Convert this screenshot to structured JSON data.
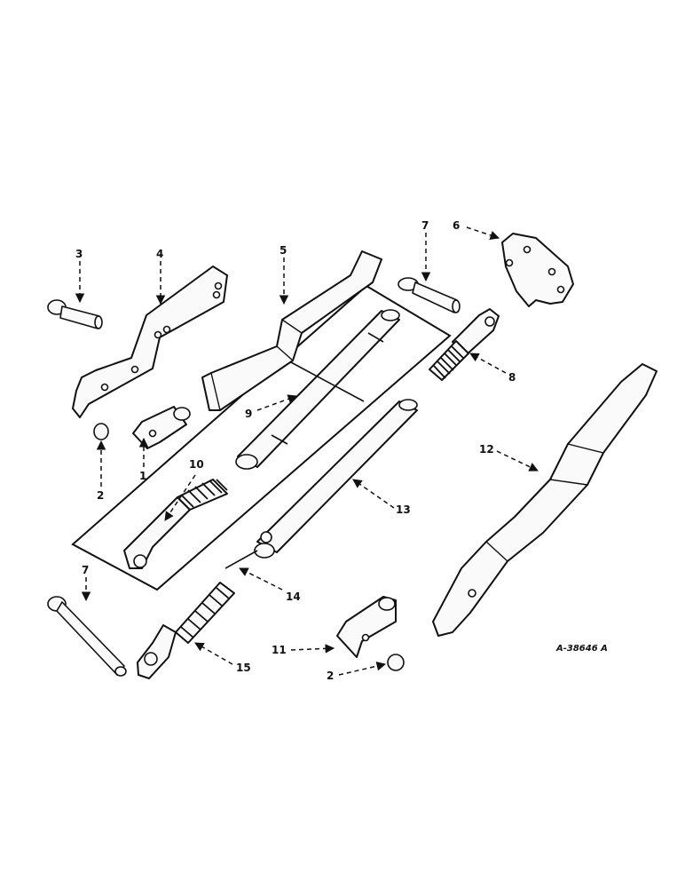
{
  "diagram": {
    "reference_code": "A-38646 A",
    "callouts": [
      {
        "id": "c1",
        "label": "1"
      },
      {
        "id": "c2a",
        "label": "2"
      },
      {
        "id": "c2b",
        "label": "2"
      },
      {
        "id": "c3",
        "label": "3"
      },
      {
        "id": "c4",
        "label": "4"
      },
      {
        "id": "c5",
        "label": "5"
      },
      {
        "id": "c6",
        "label": "6"
      },
      {
        "id": "c7a",
        "label": "7"
      },
      {
        "id": "c7b",
        "label": "7"
      },
      {
        "id": "c8",
        "label": "8"
      },
      {
        "id": "c9",
        "label": "9"
      },
      {
        "id": "c10",
        "label": "10"
      },
      {
        "id": "c11",
        "label": "11"
      },
      {
        "id": "c12",
        "label": "12"
      },
      {
        "id": "c13",
        "label": "13"
      },
      {
        "id": "c14",
        "label": "14"
      },
      {
        "id": "c15",
        "label": "15"
      }
    ]
  }
}
